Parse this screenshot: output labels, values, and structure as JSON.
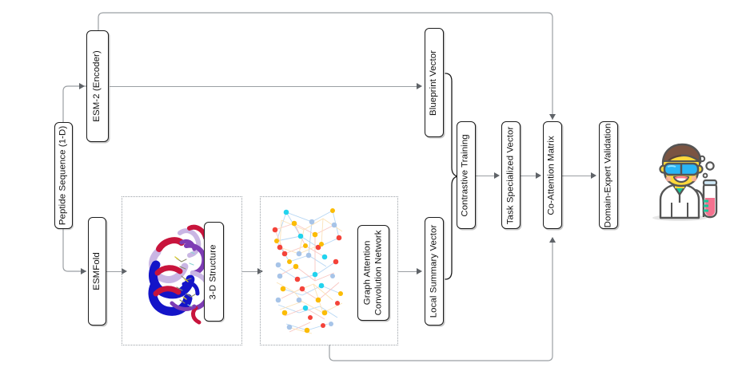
{
  "diagram": {
    "title": "Peptide multimodal model pipeline",
    "nodes": {
      "peptide_sequence": "Peptide Sequence (1-D)",
      "esm2_encoder": "ESM-2 (Encoder)",
      "esmfold": "ESMFold",
      "structure_3d": "3-D Structure",
      "gat_line1": "Graph Attention",
      "gat_line2": "Convolution Network",
      "blueprint_vector": "Blueprint Vector",
      "local_summary_vector": "Local Summary Vector",
      "contrastive_training": "Contrastive Training",
      "task_specialized_vector": "Task Specialized Vector",
      "co_attention_matrix": "Co-Attention Matrix",
      "domain_expert_validation": "Domain-Expert Validation"
    },
    "artwork": {
      "protein_ribbon": "protein-ribbon-3d-structure-image",
      "graph_network": "graph-node-network-image",
      "scientist": "scientist-emoji-icon"
    },
    "colors": {
      "box_border": "#1b1b1b",
      "connector": "#9b9fa3",
      "group_border": "#9aa0a6",
      "node_red": "#f4433a",
      "node_yellow": "#fbbc05",
      "node_cyan": "#22d3ee",
      "node_blue": "#a7c4e8",
      "ribbon_blue": "#1414c8",
      "ribbon_red": "#c8143c",
      "ribbon_purple": "#7d3cb4",
      "ribbon_lavender": "#c9b6e4",
      "skin": "#ffd93b",
      "coat": "#ffffff",
      "hair": "#7a5442",
      "goggles": "#29b6f6",
      "tube_liquid": "#f4728f"
    }
  }
}
